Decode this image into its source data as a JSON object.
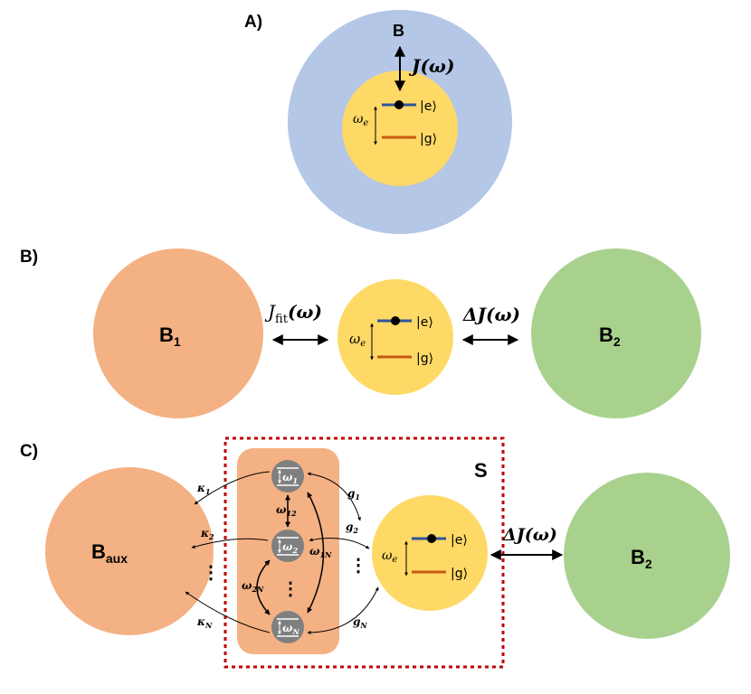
{
  "colors": {
    "bath_blue": "#b4c7e7",
    "bath_orange": "#f4b183",
    "bath_green": "#a9d18e",
    "system_yellow": "#ffd966",
    "excited_level": "#2f5597",
    "ground_level": "#c55a11",
    "mode_gray": "#7f7f7f",
    "dashed_border": "#c00000"
  },
  "panel_a": {
    "label": "A)",
    "bath_label": "B",
    "coupling": "J(ω)",
    "omega": "ω",
    "omega_sub": "e",
    "ket_e": "|e⟩",
    "ket_g": "|g⟩"
  },
  "panel_b": {
    "label": "B)",
    "bath1_main": "B",
    "bath1_sub": "1",
    "bath2_main": "B",
    "bath2_sub": "2",
    "jfit_main": "J",
    "jfit_sub": "fit",
    "jfit_arg": "(ω)",
    "delta_j": "ΔJ(ω)",
    "omega": "ω",
    "omega_sub": "e",
    "ket_e": "|e⟩",
    "ket_g": "|g⟩"
  },
  "panel_c": {
    "label": "C)",
    "s_label": "S",
    "aux_main": "B",
    "aux_sub": "aux",
    "bath2_main": "B",
    "bath2_sub": "2",
    "delta_j": "ΔJ(ω)",
    "kappa": "κ",
    "kappa_subs": [
      "1",
      "2",
      "N"
    ],
    "g": "g",
    "g_subs": [
      "1",
      "2",
      "N"
    ],
    "omega": "ω",
    "mode_subs": [
      "1",
      "2",
      "N"
    ],
    "omega_12_sub": "12",
    "omega_1N_sub": "1N",
    "omega_2N_sub": "2N",
    "vdots": "⋮",
    "omega_e_sub": "e",
    "ket_e": "|e⟩",
    "ket_g": "|g⟩"
  }
}
